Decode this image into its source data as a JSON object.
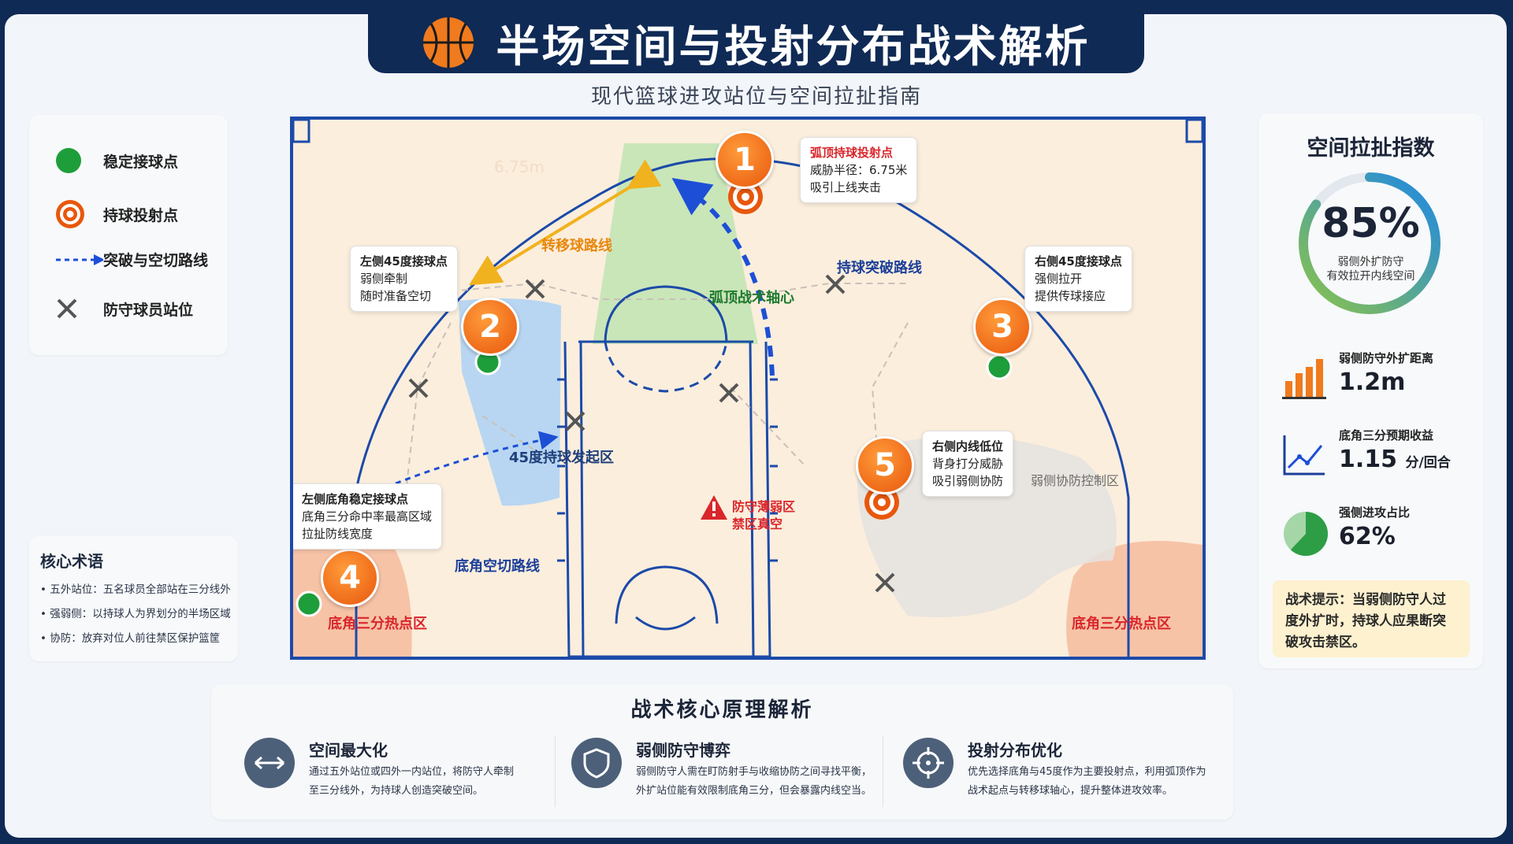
{
  "header": {
    "title": "半场空间与投射分布战术解析",
    "subtitle": "现代篮球进攻站位与空间拉扯指南"
  },
  "legend": {
    "items": [
      {
        "label": "稳定接球点"
      },
      {
        "label": "持球投射点"
      },
      {
        "label": "突破与空切路线"
      },
      {
        "label": "防守球员站位"
      }
    ]
  },
  "terms": {
    "title": "核心术语",
    "items": [
      "• 五外站位：五名球员全部站在三分线外",
      "• 强弱侧：以持球人为界划分的半场区域",
      "• 协防：放弃对位人前往禁区保护篮筐"
    ]
  },
  "court": {
    "distance_label": "6.75m",
    "zones": {
      "arc_axis": "弧顶战术轴心",
      "wing_launch": "45度持球发起区",
      "weak_help": "弱侧协防控制区",
      "corner_left": "底角三分热点区",
      "corner_right": "底角三分热点区",
      "paint_weak_1": "防守薄弱区",
      "paint_weak_2": "禁区真空"
    },
    "routes": {
      "transfer": "转移球路线",
      "drive": "持球突破路线",
      "corner_cut": "底角空切路线"
    },
    "players": [
      {
        "number": "1"
      },
      {
        "number": "2"
      },
      {
        "number": "3"
      },
      {
        "number": "4"
      },
      {
        "number": "5"
      }
    ],
    "callouts": {
      "p1": [
        "弧顶持球投射点",
        "威胁半径：6.75米",
        "吸引上线夹击"
      ],
      "p2": [
        "左侧45度接球点",
        "弱侧牵制",
        "随时准备空切"
      ],
      "p3": [
        "右侧45度接球点",
        "强侧拉开",
        "提供传球接应"
      ],
      "p4": [
        "左侧底角稳定接球点",
        "底角三分命中率最高区域",
        "拉扯防线宽度"
      ],
      "p5": [
        "右侧内线低位",
        "背身打分威胁",
        "吸引弱侧协防"
      ]
    },
    "colors": {
      "stable_point": "#1e9e3a",
      "shooting_point": "#e8570c",
      "route": "#1d4fd6",
      "transfer": "#f0b21e",
      "court_line": "#1c4aa8"
    }
  },
  "metrics": {
    "title": "空间拉扯指数",
    "gauge": {
      "value": 0.85,
      "value_text": "85%",
      "caption_1": "弱侧外扩防守",
      "caption_2": "有效拉开内线空间"
    },
    "stats": [
      {
        "label": "弱侧防守外扩距离",
        "value": "1.2m",
        "unit": ""
      },
      {
        "label": "底角三分预期收益",
        "value": "1.15",
        "unit": "分/回合"
      },
      {
        "label": "强侧进攻占比",
        "value": "62%",
        "unit": "",
        "share": 0.62
      }
    ],
    "tip": "战术提示：当弱侧防守人过度外扩时，持球人应果断突破攻击禁区。"
  },
  "principles": {
    "title": "战术核心原理解析",
    "items": [
      {
        "icon": "arrows-icon",
        "heading": "空间最大化",
        "line1": "通过五外站位或四外一内站位，将防守人牵制",
        "line2": "至三分线外，为持球人创造突破空间。"
      },
      {
        "icon": "shield-icon",
        "heading": "弱侧防守博弈",
        "line1": "弱侧防守人需在盯防射手与收缩协防之间寻找平衡，",
        "line2": "外扩站位能有效限制底角三分，但会暴露内线空当。"
      },
      {
        "icon": "crosshair-icon",
        "heading": "投射分布优化",
        "line1": "优先选择底角与45度作为主要投射点，利用弧顶作为",
        "line2": "战术起点与转移球轴心，提升整体进攻效率。"
      }
    ]
  }
}
